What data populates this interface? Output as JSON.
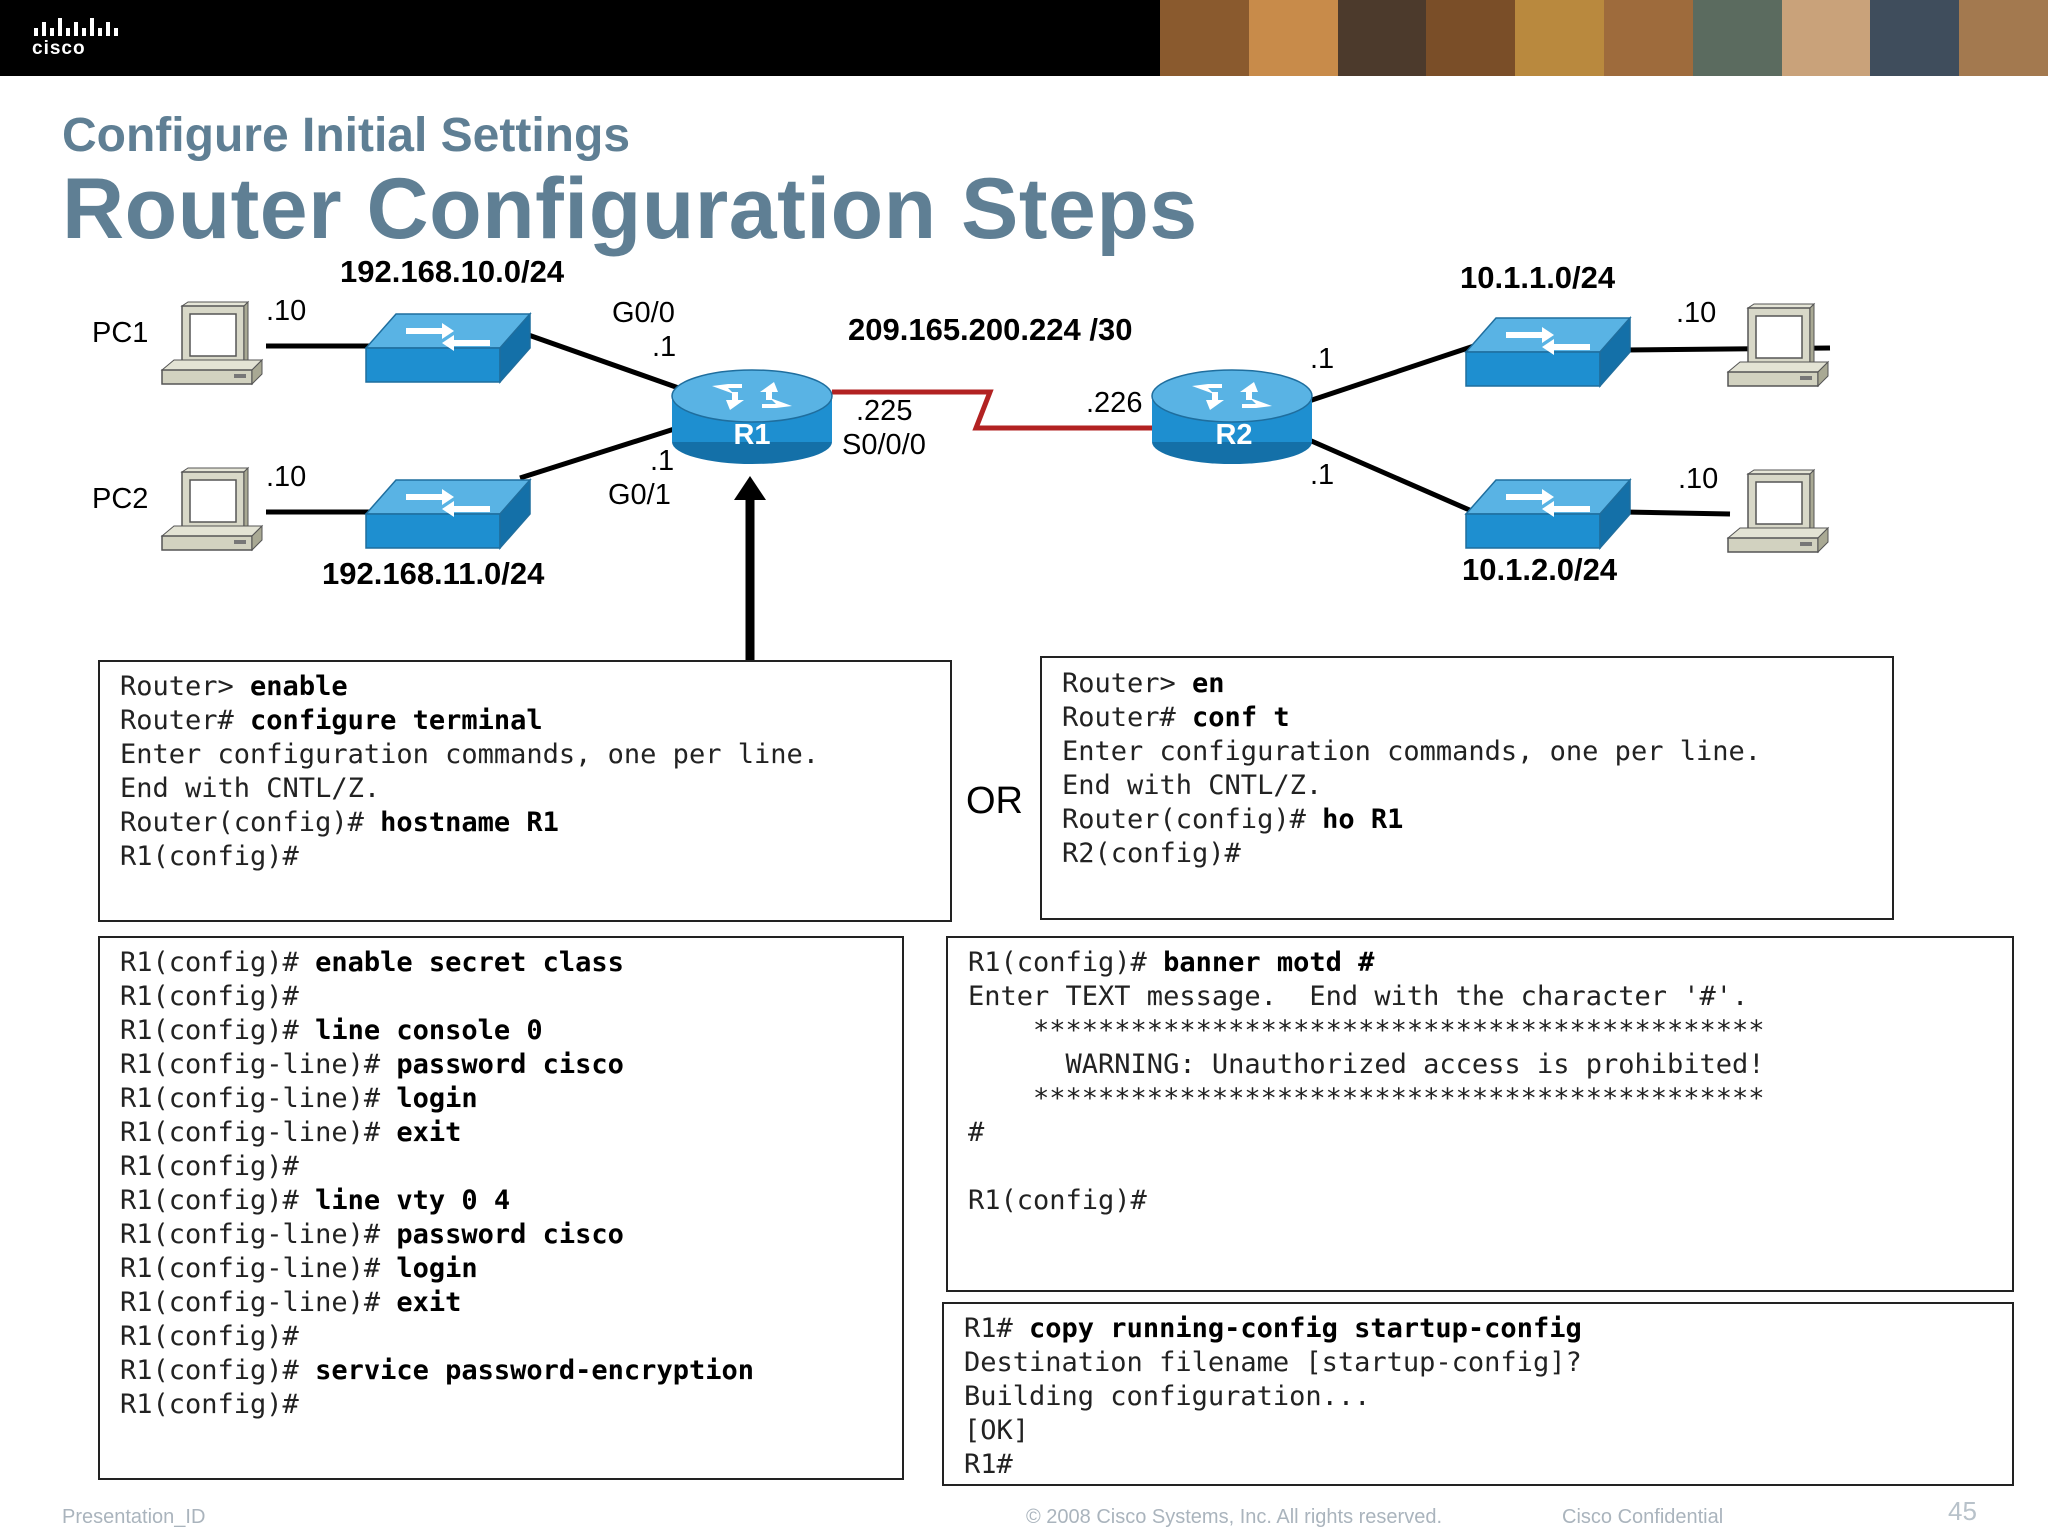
{
  "header": {
    "brand": "cisco",
    "subtitle": "Configure Initial Settings",
    "title": "Router Configuration Steps"
  },
  "diagram": {
    "pc1": "PC1",
    "pc2": "PC2",
    "net_left_top": "192.168.10.0/24",
    "net_left_bottom": "192.168.11.0/24",
    "net_wan": "209.165.200.224 /30",
    "net_right_top": "10.1.1.0/24",
    "net_right_bottom": "10.1.2.0/24",
    "pc1_host": ".10",
    "pc2_host": ".10",
    "right_top_host": ".10",
    "right_bottom_host": ".10",
    "r1_g00": "G0/0",
    "r1_g00_host": ".1",
    "r1_g01": "G0/1",
    "r1_g01_host": ".1",
    "r1_s000_host": ".225",
    "r1_s000": "S0/0/0",
    "r2_wan_host": ".226",
    "r2_top_host": ".1",
    "r2_bottom_host": ".1",
    "r1_label": "R1",
    "r2_label": "R2"
  },
  "or_label": "OR",
  "terminals": {
    "t1": [
      {
        "prompt": "Router> ",
        "cmd": "enable"
      },
      {
        "prompt": "Router# ",
        "cmd": "configure terminal"
      },
      {
        "prompt": "Enter configuration commands, one per line.",
        "cmd": ""
      },
      {
        "prompt": "End with CNTL/Z.",
        "cmd": ""
      },
      {
        "prompt": "Router(config)# ",
        "cmd": "hostname R1"
      },
      {
        "prompt": "R1(config)#",
        "cmd": ""
      }
    ],
    "t2": [
      {
        "prompt": "Router> ",
        "cmd": "en"
      },
      {
        "prompt": "Router# ",
        "cmd": "conf t"
      },
      {
        "prompt": "Enter configuration commands, one per line.",
        "cmd": ""
      },
      {
        "prompt": "End with CNTL/Z.",
        "cmd": ""
      },
      {
        "prompt": "Router(config)# ",
        "cmd": "ho R1"
      },
      {
        "prompt": "R2(config)#",
        "cmd": ""
      }
    ],
    "t3": [
      {
        "prompt": "R1(config)# ",
        "cmd": "enable secret class"
      },
      {
        "prompt": "R1(config)#",
        "cmd": ""
      },
      {
        "prompt": "R1(config)# ",
        "cmd": "line console 0"
      },
      {
        "prompt": "R1(config-line)# ",
        "cmd": "password cisco"
      },
      {
        "prompt": "R1(config-line)# ",
        "cmd": "login"
      },
      {
        "prompt": "R1(config-line)# ",
        "cmd": "exit"
      },
      {
        "prompt": "R1(config)#",
        "cmd": ""
      },
      {
        "prompt": "R1(config)# ",
        "cmd": "line vty 0 4"
      },
      {
        "prompt": "R1(config-line)# ",
        "cmd": "password cisco"
      },
      {
        "prompt": "R1(config-line)# ",
        "cmd": "login"
      },
      {
        "prompt": "R1(config-line)# ",
        "cmd": "exit"
      },
      {
        "prompt": "R1(config)#",
        "cmd": ""
      },
      {
        "prompt": "R1(config)# ",
        "cmd": "service password-encryption"
      },
      {
        "prompt": "R1(config)#",
        "cmd": ""
      }
    ],
    "t4": [
      {
        "prompt": "R1(config)# ",
        "cmd": "banner motd #"
      },
      {
        "prompt": "Enter TEXT message.  End with the character '#'.",
        "cmd": ""
      },
      {
        "prompt": "    *********************************************",
        "cmd": ""
      },
      {
        "prompt": "      WARNING: Unauthorized access is prohibited!",
        "cmd": ""
      },
      {
        "prompt": "    *********************************************",
        "cmd": ""
      },
      {
        "prompt": "#",
        "cmd": ""
      },
      {
        "prompt": "",
        "cmd": ""
      },
      {
        "prompt": "R1(config)#",
        "cmd": ""
      }
    ],
    "t5": [
      {
        "prompt": "R1# ",
        "cmd": "copy running-config startup-config"
      },
      {
        "prompt": "Destination filename [startup-config]?",
        "cmd": ""
      },
      {
        "prompt": "Building configuration...",
        "cmd": ""
      },
      {
        "prompt": "[OK]",
        "cmd": ""
      },
      {
        "prompt": "R1#",
        "cmd": ""
      }
    ]
  },
  "footer": {
    "left": "Presentation_ID",
    "center": "© 2008 Cisco Systems, Inc. All rights reserved.",
    "right": "Cisco Confidential",
    "page": "45"
  },
  "colors": {
    "title": "#5f7f94",
    "device_blue": "#1e8fd0",
    "wan_link": "#b22222"
  }
}
